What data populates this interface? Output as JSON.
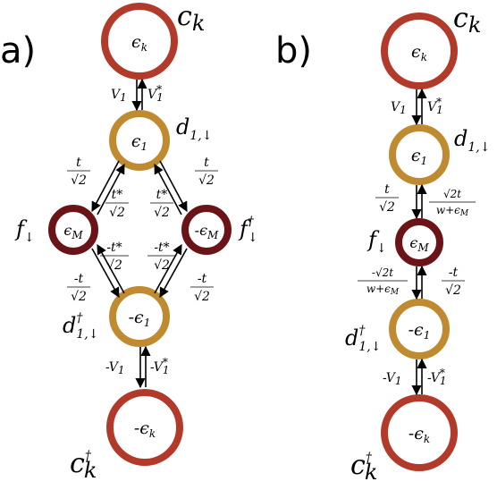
{
  "panels": [
    {
      "id": "a",
      "label": "a)",
      "nodes": [
        {
          "id": "ck",
          "inner": "ϵ_k",
          "outer": "c_k",
          "color": "#b23a2a"
        },
        {
          "id": "d1",
          "inner": "ϵ₁",
          "outer": "d_{1,↓}",
          "color": "#c08a30"
        },
        {
          "id": "fdown",
          "inner": "ϵ_M",
          "outer": "f↓",
          "color": "#6b1418"
        },
        {
          "id": "fdag",
          "inner": "-ϵ_M",
          "outer": "f↓†",
          "color": "#6b1418"
        },
        {
          "id": "d1dag",
          "inner": "-ϵ₁",
          "outer": "d†_{1,↓}",
          "color": "#c08a30"
        },
        {
          "id": "ckdag",
          "inner": "-ϵ_k",
          "outer": "c†_k",
          "color": "#b23a2a"
        }
      ],
      "edges": [
        {
          "from": "ck",
          "to": "d1",
          "labels": [
            "V₁",
            "V₁*"
          ]
        },
        {
          "from": "d1",
          "to": "fdown",
          "labels": [
            "t/√2",
            "t*/√2"
          ]
        },
        {
          "from": "d1",
          "to": "fdag",
          "labels": [
            "t/√2",
            "t*/√2"
          ]
        },
        {
          "from": "fdown",
          "to": "d1dag",
          "labels": [
            "-t*/√2",
            "-t/√2"
          ]
        },
        {
          "from": "fdag",
          "to": "d1dag",
          "labels": [
            "-t*/√2",
            "-t/√2"
          ]
        },
        {
          "from": "d1dag",
          "to": "ckdag",
          "labels": [
            "-V₁",
            "-V₁*"
          ]
        }
      ]
    },
    {
      "id": "b",
      "label": "b)",
      "nodes": [
        {
          "id": "ck",
          "inner": "ϵ_k",
          "outer": "c_k",
          "color": "#b23a2a"
        },
        {
          "id": "d1",
          "inner": "ϵ₁",
          "outer": "d_{1,↓}",
          "color": "#c08a30"
        },
        {
          "id": "fdown",
          "inner": "ϵ_M",
          "outer": "f↓",
          "color": "#6b1418"
        },
        {
          "id": "d1dag",
          "inner": "-ϵ₁",
          "outer": "d†_{1,↓}",
          "color": "#c08a30"
        },
        {
          "id": "ckdag",
          "inner": "-ϵ_k",
          "outer": "c†_k",
          "color": "#b23a2a"
        }
      ],
      "edges": [
        {
          "from": "ck",
          "to": "d1",
          "labels": [
            "V₁",
            "V₁*"
          ]
        },
        {
          "from": "d1",
          "to": "fdown",
          "labels": [
            "t/√2",
            "√2t/(w+ϵ_M)"
          ]
        },
        {
          "from": "fdown",
          "to": "d1dag",
          "labels": [
            "-√2t/(w+ϵ_M)",
            "-t/√2"
          ]
        },
        {
          "from": "d1dag",
          "to": "ckdag",
          "labels": [
            "-V₁",
            "-V₁*"
          ]
        }
      ]
    }
  ]
}
